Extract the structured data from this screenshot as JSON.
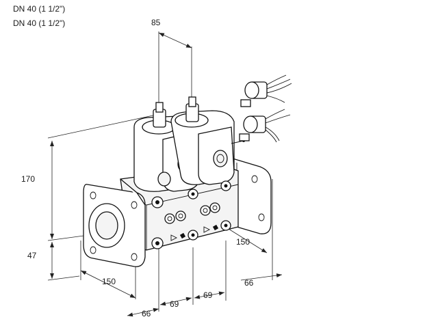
{
  "header": {
    "line1": "DN 40 (1 1/2\")",
    "line2": "DN 40 (1 1/2\")"
  },
  "dimensions": {
    "top_width": "85",
    "height": "170",
    "base_height": "47",
    "flange_left_depth": "150",
    "flange_right_depth": "150",
    "offset_left": "66",
    "offset_right": "66",
    "spacing_a": "69",
    "spacing_b": "69"
  }
}
